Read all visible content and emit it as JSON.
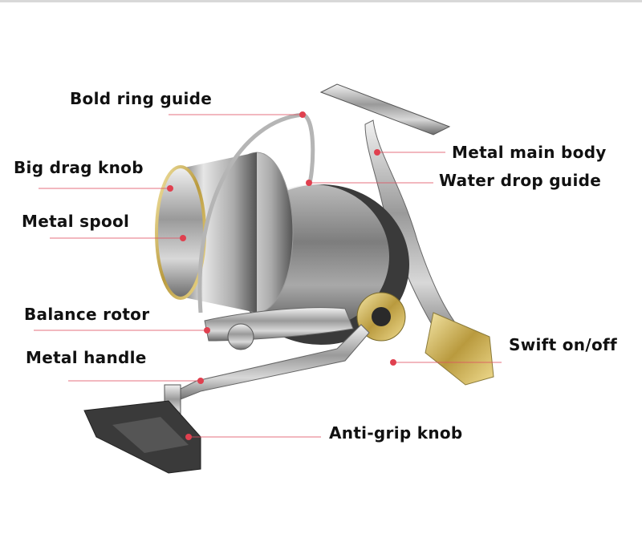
{
  "labels": {
    "bold_ring_guide": "Bold ring guide",
    "big_drag_knob": "Big drag knob",
    "metal_spool": "Metal spool",
    "balance_rotor": "Balance rotor",
    "metal_handle": "Metal handle",
    "metal_main_body": "Metal main body",
    "water_drop_guide": "Water drop guide",
    "swift_on_off": "Swift on/off",
    "anti_grip_knob": "Anti-grip knob"
  },
  "colors": {
    "leader": "#e05060",
    "dot": "#e0404f",
    "text": "#111111"
  }
}
